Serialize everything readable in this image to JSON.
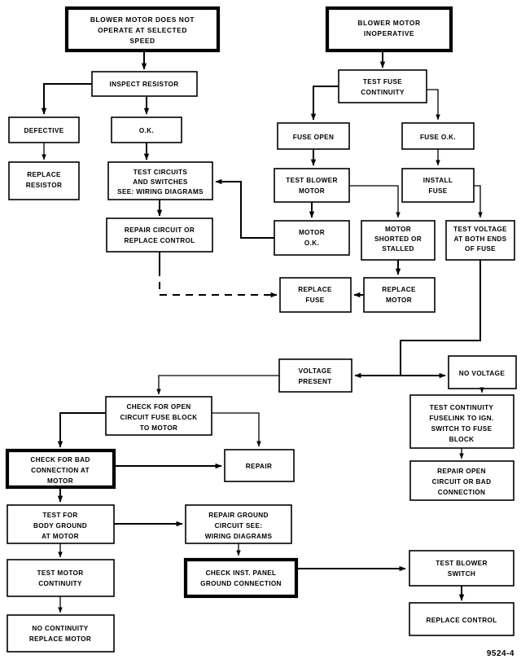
{
  "figure": {
    "caption": "9524-4"
  },
  "headers": [
    {
      "id": "h1",
      "lines": [
        "BLOWER MOTOR DOES NOT",
        "OPERATE AT SELECTED",
        "SPEED"
      ]
    },
    {
      "id": "h2",
      "lines": [
        "BLOWER MOTOR",
        "INOPERATIVE"
      ]
    }
  ],
  "nodes": [
    {
      "id": "inspect_resistor",
      "lines": [
        "INSPECT RESISTOR"
      ]
    },
    {
      "id": "defective",
      "lines": [
        "DEFECTIVE"
      ]
    },
    {
      "id": "ok",
      "lines": [
        "O.K."
      ]
    },
    {
      "id": "replace_resistor",
      "lines": [
        "REPLACE",
        "RESISTOR"
      ]
    },
    {
      "id": "test_circuits",
      "lines": [
        "TEST CIRCUITS",
        "AND SWITCHES",
        "SEE: WIRING DIAGRAMS"
      ]
    },
    {
      "id": "repair_circuit",
      "lines": [
        "REPAIR CIRCUIT OR",
        "REPLACE CONTROL"
      ]
    },
    {
      "id": "test_fuse_cont",
      "lines": [
        "TEST FUSE",
        "CONTINUITY"
      ]
    },
    {
      "id": "fuse_open",
      "lines": [
        "FUSE OPEN"
      ]
    },
    {
      "id": "fuse_ok",
      "lines": [
        "FUSE O.K."
      ]
    },
    {
      "id": "test_blower_motor",
      "lines": [
        "TEST BLOWER",
        "MOTOR"
      ]
    },
    {
      "id": "install_fuse",
      "lines": [
        "INSTALL",
        "FUSE"
      ]
    },
    {
      "id": "motor_ok",
      "lines": [
        "MOTOR",
        "O.K."
      ]
    },
    {
      "id": "motor_shorted",
      "lines": [
        "MOTOR",
        "SHORTED OR",
        "STALLED"
      ]
    },
    {
      "id": "test_voltage",
      "lines": [
        "TEST VOLTAGE",
        "AT BOTH ENDS",
        "OF FUSE"
      ]
    },
    {
      "id": "replace_fuse",
      "lines": [
        "REPLACE",
        "FUSE"
      ]
    },
    {
      "id": "replace_motor",
      "lines": [
        "REPLACE",
        "MOTOR"
      ]
    },
    {
      "id": "voltage_present",
      "lines": [
        "VOLTAGE",
        "PRESENT"
      ]
    },
    {
      "id": "no_voltage",
      "lines": [
        "NO VOLTAGE"
      ]
    },
    {
      "id": "test_continuity",
      "lines": [
        "TEST CONTINUITY",
        "FUSELINK TO IGN.",
        "SWITCH TO FUSE",
        "BLOCK"
      ]
    },
    {
      "id": "repair_open",
      "lines": [
        "REPAIR OPEN",
        "CIRCUIT OR BAD",
        "CONNECTION"
      ]
    },
    {
      "id": "check_open",
      "lines": [
        "CHECK FOR OPEN",
        "CIRCUIT FUSE BLOCK",
        "TO MOTOR"
      ]
    },
    {
      "id": "check_bad_conn",
      "lines": [
        "CHECK FOR BAD",
        "CONNECTION AT",
        "MOTOR"
      ]
    },
    {
      "id": "repair",
      "lines": [
        "REPAIR"
      ]
    },
    {
      "id": "test_body_ground",
      "lines": [
        "TEST FOR",
        "BODY GROUND",
        "AT MOTOR"
      ]
    },
    {
      "id": "repair_ground",
      "lines": [
        "REPAIR GROUND",
        "CIRCUIT SEE:",
        "WIRING DIAGRAMS"
      ]
    },
    {
      "id": "test_motor_cont",
      "lines": [
        "TEST MOTOR",
        "CONTINUITY"
      ]
    },
    {
      "id": "check_inst_panel",
      "lines": [
        "CHECK INST. PANEL",
        "GROUND CONNECTION"
      ]
    },
    {
      "id": "no_continuity",
      "lines": [
        "NO CONTINUITY",
        "REPLACE MOTOR"
      ]
    },
    {
      "id": "test_blower_sw",
      "lines": [
        "TEST BLOWER",
        "SWITCH"
      ]
    },
    {
      "id": "replace_control",
      "lines": [
        "REPLACE CONTROL"
      ]
    }
  ],
  "colors": {
    "ink": "#000000",
    "paper": "#ffffff"
  }
}
